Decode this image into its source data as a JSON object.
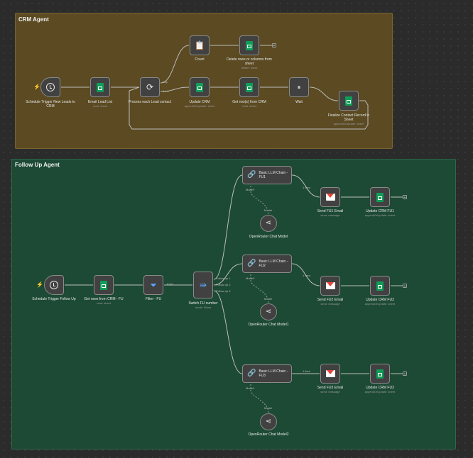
{
  "groups": {
    "crm": {
      "title": "CRM Agent"
    },
    "followup": {
      "title": "Follow Up Agent"
    }
  },
  "crm_nodes": {
    "schedule": {
      "label": "Schedule Trigger New Leads to CRM",
      "icon": "clock-icon"
    },
    "email_list": {
      "label": "Email Lead List",
      "sub": "read: sheet",
      "icon": "sheets-icon"
    },
    "process": {
      "label": "Process each Lead contact",
      "icon": "loop-icon"
    },
    "count": {
      "label": "Count",
      "icon": "clipboard-icon"
    },
    "delete": {
      "label": "Delete rows or columns from sheet",
      "sub": "delete: sheet",
      "icon": "sheets-icon"
    },
    "update": {
      "label": "Update CRM",
      "sub": "appendOrUpdate: sheet",
      "icon": "sheets-icon"
    },
    "get_rows": {
      "label": "Get row(s) from CRM",
      "sub": "read: sheet",
      "icon": "sheets-icon"
    },
    "wait": {
      "label": "Wait",
      "icon": "pause-icon"
    },
    "finalize": {
      "label": "Finalize Contact Record in Sheet",
      "sub": "appendOrUpdate: sheet",
      "icon": "sheets-icon"
    }
  },
  "crm_edges": {
    "loop": "loop",
    "done": "done"
  },
  "fu_nodes": {
    "schedule": {
      "label": "Schedule Trigger Follow Up",
      "icon": "clock-icon"
    },
    "get_rows": {
      "label": "Get rows from CRM - FU",
      "sub": "read: sheet",
      "icon": "sheets-icon"
    },
    "filter": {
      "label": "Filter - FU",
      "icon": "filter-icon"
    },
    "switch": {
      "label": "Switch FU number",
      "sub": "mode: Rules",
      "icon": "switch-icon"
    },
    "chain1": {
      "label": "Basic LLM Chain - FU1",
      "icon": "link-icon"
    },
    "chain2": {
      "label": "Basic LLM Chain - FU2",
      "icon": "link-icon"
    },
    "chain3": {
      "label": "Basic LLM Chain - FU3",
      "icon": "link-icon"
    },
    "model1": {
      "label": "OpenRouter Chat Model",
      "icon": "openrouter-icon"
    },
    "model2": {
      "label": "OpenRouter Chat Model1",
      "icon": "openrouter-icon"
    },
    "model3": {
      "label": "OpenRouter Chat Model2",
      "icon": "openrouter-icon"
    },
    "email1": {
      "label": "Send FU1 Email",
      "sub": "send: message",
      "icon": "gmail-icon"
    },
    "email2": {
      "label": "Send FU2 Email",
      "sub": "send: message",
      "icon": "gmail-icon"
    },
    "email3": {
      "label": "Send FU3 Email",
      "sub": "send: message",
      "icon": "gmail-icon"
    },
    "upd1": {
      "label": "Update CRM FU1",
      "sub": "appendOrUpdate: sheet",
      "icon": "sheets-icon"
    },
    "upd2": {
      "label": "Update CRM FU2",
      "sub": "appendOrUpdate: sheet",
      "icon": "sheets-icon"
    },
    "upd3": {
      "label": "Update CRM FU3",
      "sub": "appendOrUpdate: sheet",
      "icon": "sheets-icon"
    }
  },
  "fu_edges": {
    "model_port": "Model*",
    "model_port_b": "Model",
    "item": "1 item",
    "kept": "Kept",
    "out1": "Follow up 1",
    "out2": "Follow up 2",
    "out3": "Follow up 3"
  }
}
